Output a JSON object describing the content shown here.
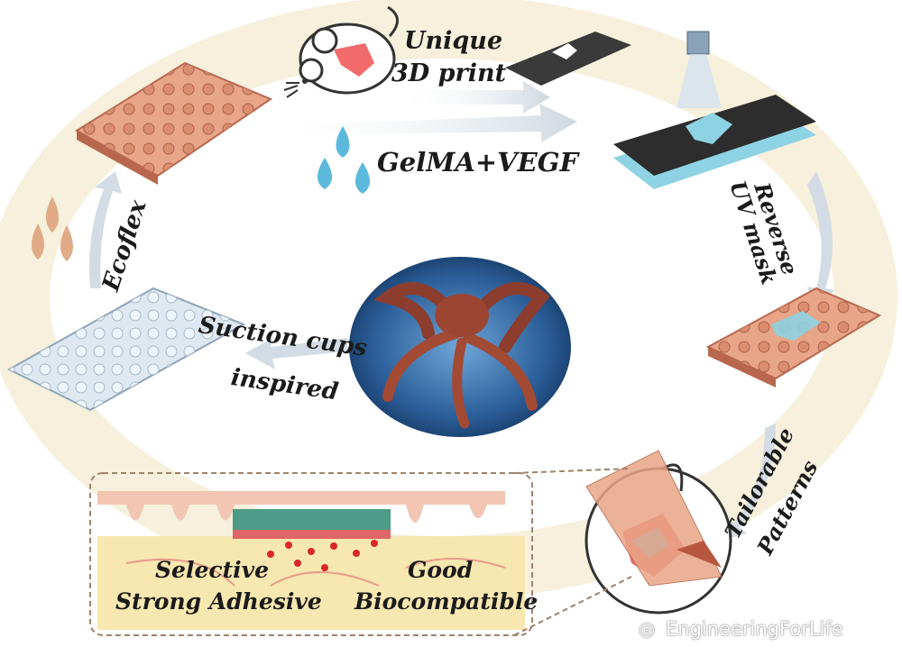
{
  "steps": {
    "unique_3d_print": [
      "Unique",
      "3D print"
    ],
    "gelma_vegf": "GelMA+VEGF",
    "reverse_uv_mask": [
      "Reverse",
      "UV mask"
    ],
    "tailorable_patterns": [
      "Tailorable",
      "Patterns"
    ],
    "ecoflex": "Ecoflex",
    "suction_cups": [
      "Suction cups",
      "inspired"
    ]
  },
  "inset": {
    "left_text": [
      "Selective",
      "Strong Adhesive"
    ],
    "right_text": [
      "Good",
      "Biocompatible"
    ]
  },
  "watermark": "EngineeringForLife",
  "colors": {
    "copper": "#e8a587",
    "copper_dark": "#b8674e",
    "hydrogel": "#8ed3e3",
    "mask": "#2d2d2d",
    "tissue": "#f7e7b0",
    "dots": "#d9262b",
    "ring": "#f6f0dc"
  }
}
